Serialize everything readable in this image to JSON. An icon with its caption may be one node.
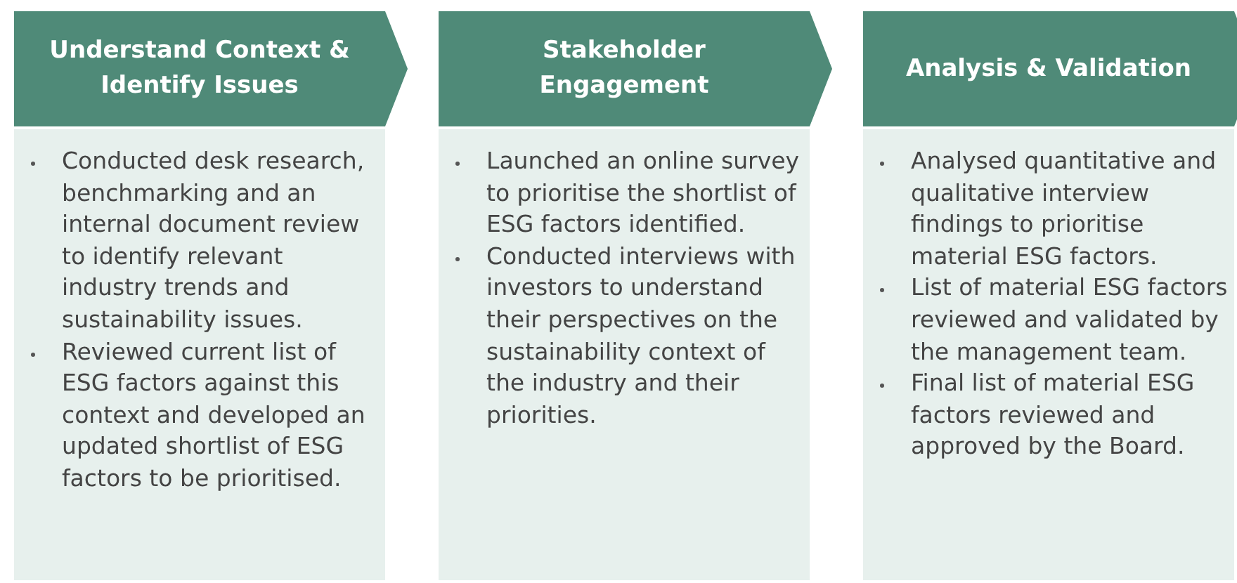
{
  "diagram": {
    "nodes": [
      {
        "text": [
          "Understand Context & Identify Issues"
        ]
      },
      {
        "text": [
          "Conducted desk research, benchmarking and an internal document review to identify relevant industry trends and sustainability issues.",
          "Reviewed current list of ESG factors against this context and developed an updated shortlist of ESG factors to be prioritised."
        ]
      },
      {
        "text": [
          "Stakeholder Engagement"
        ]
      },
      {
        "text": [
          "Launched an online survey to prioritise the shortlist of ESG factors identified.",
          "Conducted interviews with investors to understand their perspectives on the sustainability context of the industry and their priorities."
        ]
      },
      {
        "text": [
          "Analysis & Validation"
        ]
      },
      {
        "text": [
          "Analysed quantitative and qualitative interview findings to prioritise material ESG factors.",
          "List of material ESG factors reviewed and validated by the management team.",
          "Final list of material ESG factors reviewed and approved by the Board."
        ]
      }
    ]
  }
}
